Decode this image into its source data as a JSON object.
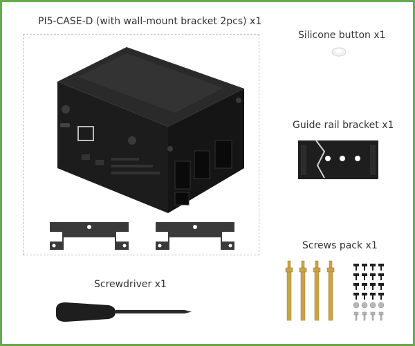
{
  "items": {
    "case": {
      "label": "PI5-CASE-D (with wall-mount bracket 2pcs) x1"
    },
    "silicone_button": {
      "label": "Silicone button x1"
    },
    "guide_rail": {
      "label": "Guide rail bracket x1"
    },
    "screws": {
      "label": "Screws pack x1"
    },
    "screwdriver": {
      "label": "Screwdriver x1"
    }
  },
  "colors": {
    "frame_border": "#6aa84f",
    "metal_black": "#1e1e1e",
    "bracket_grey": "#3a3a3a",
    "brass": "#c9a447"
  }
}
